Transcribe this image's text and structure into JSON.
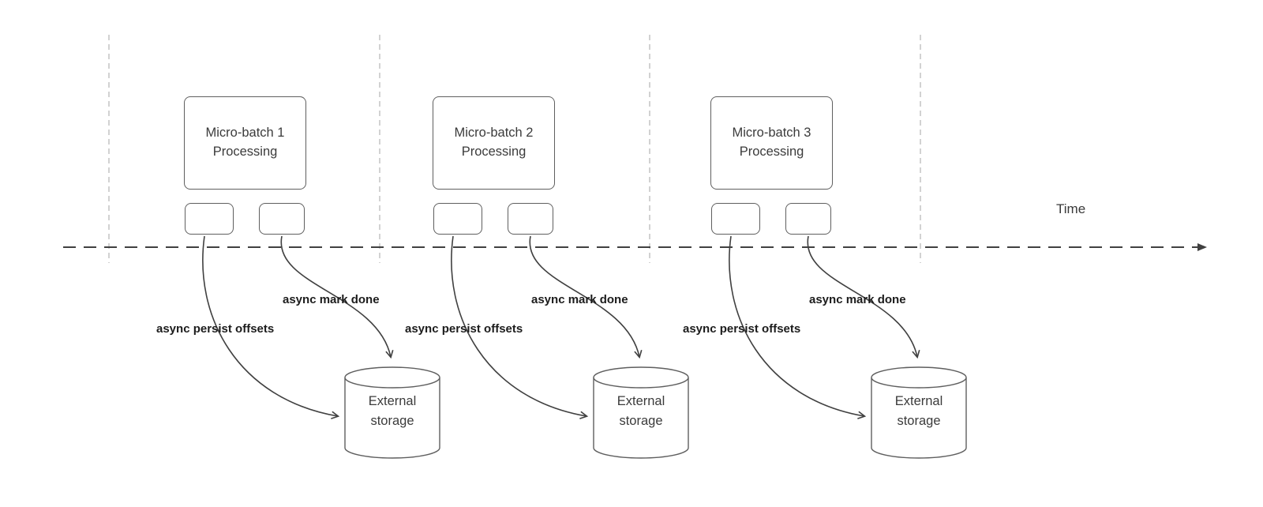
{
  "diagram": {
    "time_label": "Time",
    "groups": [
      {
        "box_label": "Micro-batch 1 Processing",
        "persist_label": "async persist offsets",
        "mark_label": "async mark done",
        "storage_label": "External storage"
      },
      {
        "box_label": "Micro-batch 2 Processing",
        "persist_label": "async persist offsets",
        "mark_label": "async mark done",
        "storage_label": "External storage"
      },
      {
        "box_label": "Micro-batch 3 Processing",
        "persist_label": "async persist offsets",
        "mark_label": "async mark done",
        "storage_label": "External storage"
      }
    ]
  }
}
